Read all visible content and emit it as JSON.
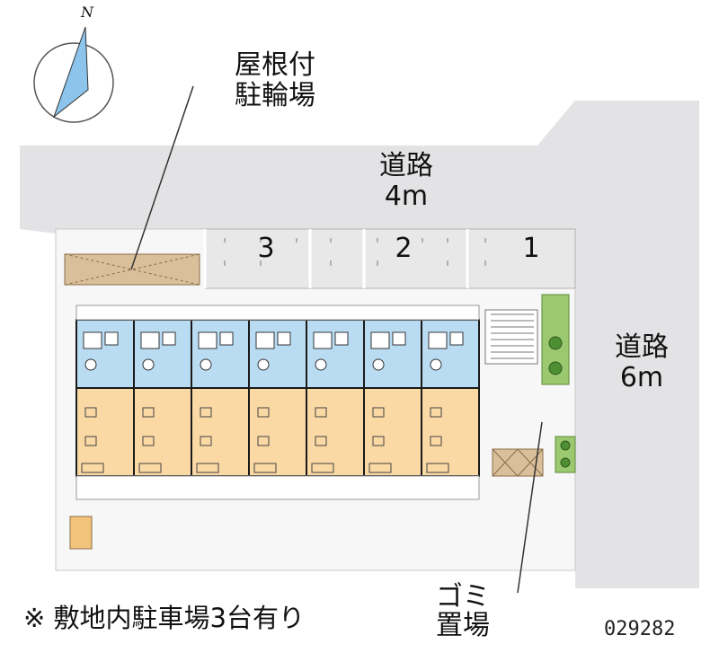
{
  "compass": {
    "north_letter": "N",
    "icon": "compass-rose-icon"
  },
  "labels": {
    "roof_bike_line1": "屋根付",
    "roof_bike_line2": "駐輪場",
    "road_north_line1": "道路",
    "road_north_line2": "4m",
    "road_east_line1": "道路",
    "road_east_line2": "6m",
    "garbage_line1": "ゴミ",
    "garbage_line2": "置場"
  },
  "parking": {
    "slots": [
      "3",
      "2",
      "1"
    ]
  },
  "footnote": "※ 敷地内駐車場3台有り",
  "code": "029282",
  "colors": {
    "road": "#e3e3e5",
    "parking": "#e8e8e8",
    "site": "#f7f7f7",
    "bathroom": "#b9dcf3",
    "room": "#fbd9a4",
    "bike_shed": "#d9bf9a",
    "green": "#9cc870",
    "wall": "#1a1a1a",
    "compass_fill": "#8cc4ec"
  }
}
